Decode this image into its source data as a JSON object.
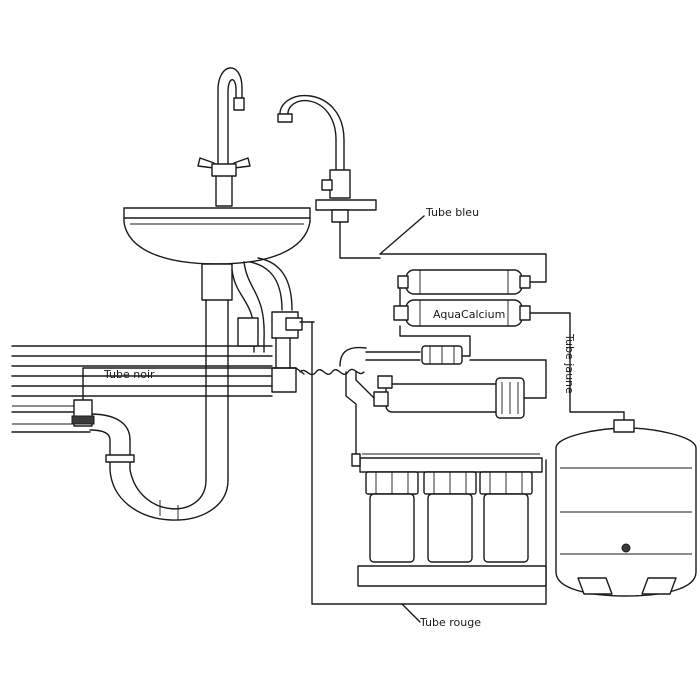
{
  "labels": {
    "tube_bleu": "Tube bleu",
    "tube_noir": "Tube noir",
    "tube_jaune": "Tube jaune",
    "tube_rouge": "Tube rouge",
    "aquacalcium": "AquaCalcium"
  },
  "colors": {
    "line": "#1a1a1a",
    "background": "#ffffff"
  }
}
